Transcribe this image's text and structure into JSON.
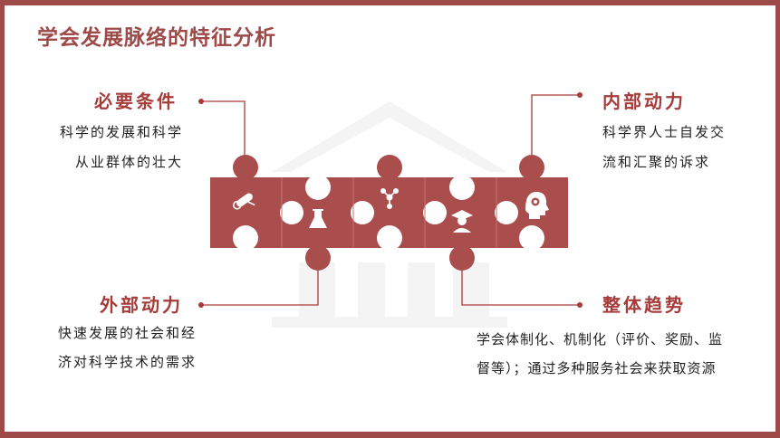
{
  "slide": {
    "title": "学会发展脉络的特征分析",
    "accent_color": "#a94e4c",
    "frame_color": "#9e4a48"
  },
  "blocks": {
    "necessary": {
      "heading": "必要条件",
      "lines": [
        "科学的发展和科学",
        "从业群体的壮大"
      ]
    },
    "internal": {
      "heading": "内部动力",
      "lines": [
        "科学界人士自发交",
        "流和汇聚的诉求"
      ]
    },
    "external": {
      "heading": "外部动力",
      "lines": [
        "快速发展的社会和经",
        "济对科学技术的需求"
      ]
    },
    "trend": {
      "heading": "整体趋势",
      "lines": [
        "学会体制化、机制化（评价、奖励、监",
        "督等）；通过多种服务社会来获取资源"
      ]
    }
  },
  "puzzle_icons": [
    "diploma-icon",
    "flask-icon",
    "molecule-icon",
    "graduate-icon",
    "brain-gear-icon"
  ]
}
